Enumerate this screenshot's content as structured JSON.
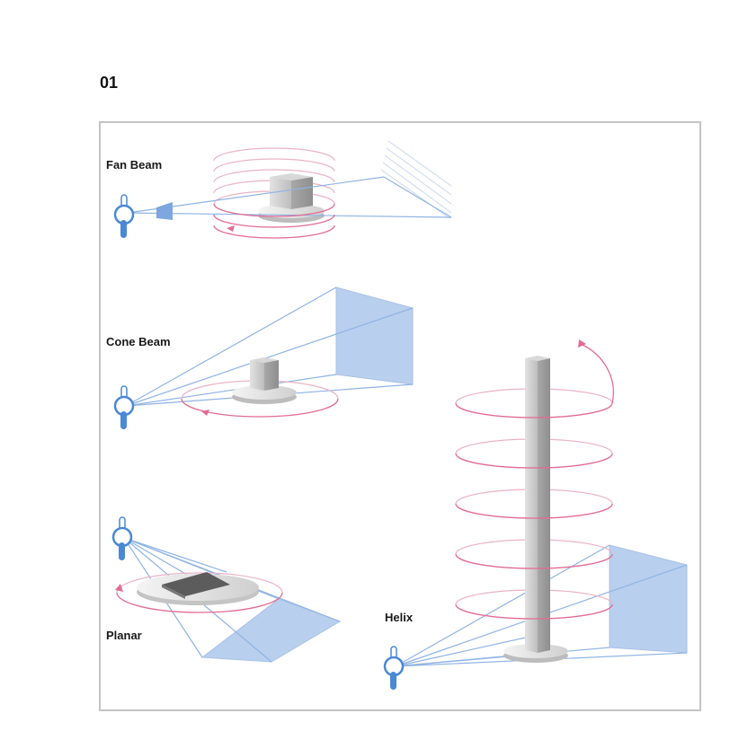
{
  "figure": {
    "number": "01",
    "panels": {
      "fan_beam": "Fan Beam",
      "cone_beam": "Cone Beam",
      "planar": "Planar",
      "helix": "Helix"
    }
  },
  "colors": {
    "beam": "#8fb3e4",
    "detector": "#b9cfee",
    "rotation": "#e26c93",
    "source": "#4a88d4",
    "object": "#bdbdbd",
    "frame": "#c4c4c4"
  }
}
